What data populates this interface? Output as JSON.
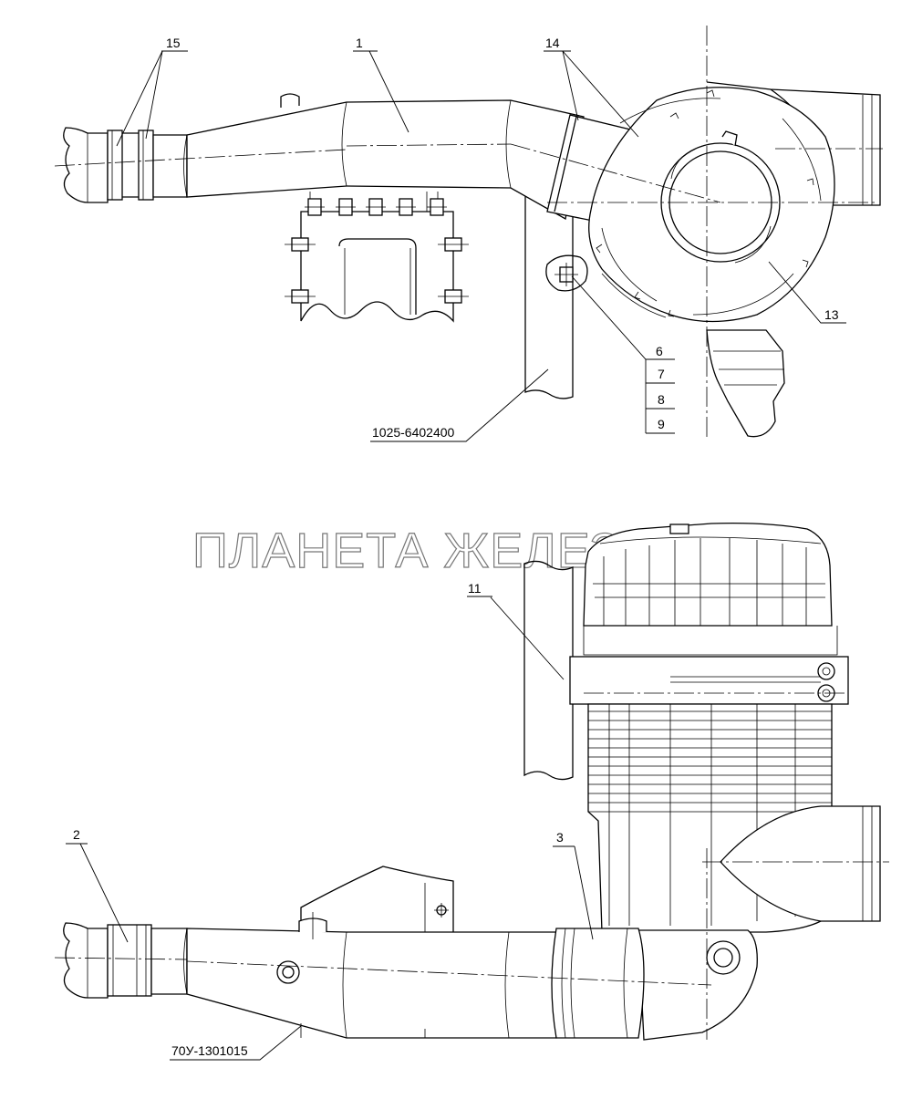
{
  "watermark": "ПЛАНЕТА ЖЕЛЕЗЯКА",
  "callouts": {
    "c15": "15",
    "c1": "1",
    "c14": "14",
    "c13": "13",
    "c6": "6",
    "c7": "7",
    "c8": "8",
    "c9": "9",
    "frame_part": "1025-6402400",
    "c11": "11",
    "c2": "2",
    "c3": "3",
    "pipe_part": "70У-1301015"
  }
}
